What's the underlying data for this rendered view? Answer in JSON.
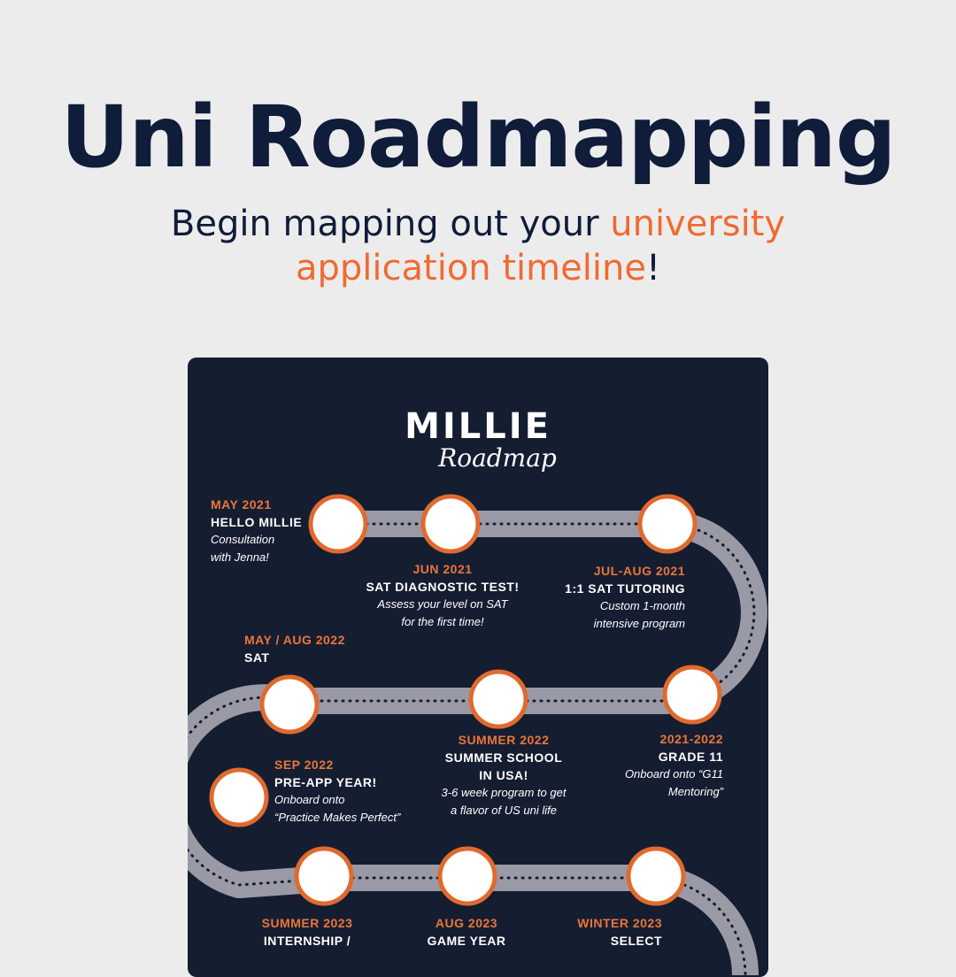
{
  "header": {
    "title": "Uni Roadmapping",
    "subtitle_pre": "Begin mapping out your ",
    "subtitle_hl": "university application timeline",
    "subtitle_post": "!"
  },
  "brand": {
    "name": "MILLIE",
    "script": "Roadmap"
  },
  "milestones": [
    {
      "date": "MAY 2021",
      "heading": "HELLO MILLIE",
      "text": [
        "Consultation",
        "with Jenna!"
      ]
    },
    {
      "date": "JUN 2021",
      "heading": "SAT DIAGNOSTIC TEST!",
      "text": [
        "Assess your level on SAT",
        "for the first time!"
      ]
    },
    {
      "date": "JUL-AUG 2021",
      "heading": "1:1 SAT TUTORING",
      "text": [
        "Custom 1-month",
        "intensive program"
      ]
    },
    {
      "date": "MAY / AUG 2022",
      "heading": "SAT",
      "text": []
    },
    {
      "date": "SUMMER 2022",
      "heading": "SUMMER SCHOOL IN USA!",
      "text": [
        "3-6 week program to get",
        "a flavor of US uni life"
      ]
    },
    {
      "date": "2021-2022",
      "heading": "GRADE 11",
      "text": [
        "Onboard onto “G11",
        "Mentoring”"
      ]
    },
    {
      "date": "SEP 2022",
      "heading": "PRE-APP YEAR!",
      "text": [
        "Onboard onto",
        "“Practice Makes Perfect”"
      ]
    },
    {
      "date": "SUMMER 2023",
      "heading": "INTERNSHIP /",
      "text": []
    },
    {
      "date": "AUG 2023",
      "heading": "GAME YEAR",
      "text": []
    },
    {
      "date": "WINTER 2023",
      "heading": "SELECT",
      "text": []
    }
  ],
  "colors": {
    "background": "#ececec",
    "title": "#0f1c3a",
    "accent": "#f06a32",
    "card": "#151d31",
    "road": "#9a9aa6",
    "node_ring": "#e06a2e"
  }
}
